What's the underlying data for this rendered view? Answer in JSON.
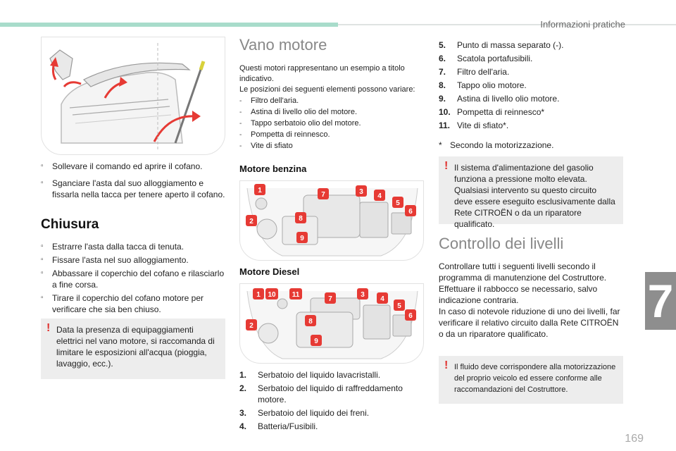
{
  "header": {
    "section_title": "Informazioni pratiche"
  },
  "chapter_number": "7",
  "page_number": "169",
  "col1": {
    "open_steps": [
      "Sollevare il comando ed aprire il cofano.",
      "Sganciare l'asta dal suo alloggiamento e fissarla nella tacca per tenere aperto il cofano."
    ],
    "closing_title": "Chiusura",
    "closing_steps": [
      "Estrarre l'asta dalla tacca di tenuta.",
      "Fissare l'asta nel suo alloggiamento.",
      "Abbassare il coperchio del cofano e rilasciarlo a fine corsa.",
      "Tirare il coperchio del cofano motore per verificare che sia ben chiuso."
    ],
    "warning": "Data la presenza di equipaggiamenti elettrici nel vano motore, si raccomanda di limitare le esposizioni all'acqua (pioggia, lavaggio, ecc.)."
  },
  "col2": {
    "title": "Vano motore",
    "intro1": "Questi motori rappresentano un esempio a titolo indicativo.",
    "intro2": "Le posizioni dei seguenti elementi possono variare:",
    "variable_items": [
      "Filtro dell'aria.",
      "Astina di livello olio del motore.",
      "Tappo serbatoio olio del motore.",
      "Pompetta di reinnesco.",
      "Vite di sfiato"
    ],
    "petrol_title": "Motore benzina",
    "diesel_title": "Motore Diesel",
    "petrol_callouts": [
      "1",
      "7",
      "3",
      "4",
      "5",
      "6",
      "8",
      "2",
      "9"
    ],
    "diesel_callouts": [
      "1",
      "10",
      "11",
      "7",
      "3",
      "4",
      "5",
      "6",
      "8",
      "2",
      "9"
    ],
    "numbered_items": [
      {
        "num": "1.",
        "text": "Serbatoio del liquido lavacristalli."
      },
      {
        "num": "2.",
        "text": "Serbatoio del liquido di raffreddamento motore."
      },
      {
        "num": "3.",
        "text": "Serbatoio del liquido dei freni."
      },
      {
        "num": "4.",
        "text": "Batteria/Fusibili."
      }
    ]
  },
  "col3": {
    "numbered_items": [
      {
        "num": "5.",
        "text": "Punto di massa separato (-)."
      },
      {
        "num": "6.",
        "text": "Scatola portafusibili."
      },
      {
        "num": "7.",
        "text": "Filtro dell'aria."
      },
      {
        "num": "8.",
        "text": "Tappo olio motore."
      },
      {
        "num": "9.",
        "text": "Astina di livello olio motore."
      },
      {
        "num": "10.",
        "text": "Pompetta di reinnesco*"
      },
      {
        "num": "11.",
        "text": "Vite di sfiato*."
      }
    ],
    "footnote_mark": "*",
    "footnote": "Secondo la motorizzazione.",
    "warning1": "Il sistema d'alimentazione del gasolio funziona a pressione molto elevata. Qualsiasi intervento su questo circuito deve essere eseguito esclusivamente dalla Rete CITROËN o da un riparatore qualificato.",
    "levels_title": "Controllo dei livelli",
    "levels_p1": "Controllare tutti i seguenti livelli secondo il programma di manutenzione del Costruttore. Effettuare il rabbocco se necessario, salvo indicazione contraria.",
    "levels_p2": "In caso di notevole riduzione di uno dei livelli, far verificare il relativo circuito dalla Rete CITROËN o da un riparatore qualificato.",
    "warning2": "Il fluido deve corrispondere alla motorizzazione del proprio veicolo ed essere conforme alle raccomandazioni del Costruttore."
  },
  "icons": {
    "bullet": "▫",
    "warning": "!"
  },
  "colors": {
    "accent": "#a8dccb",
    "callout": "#e63a34",
    "warning_bg": "#ededed",
    "tab": "#8e8e8e"
  }
}
